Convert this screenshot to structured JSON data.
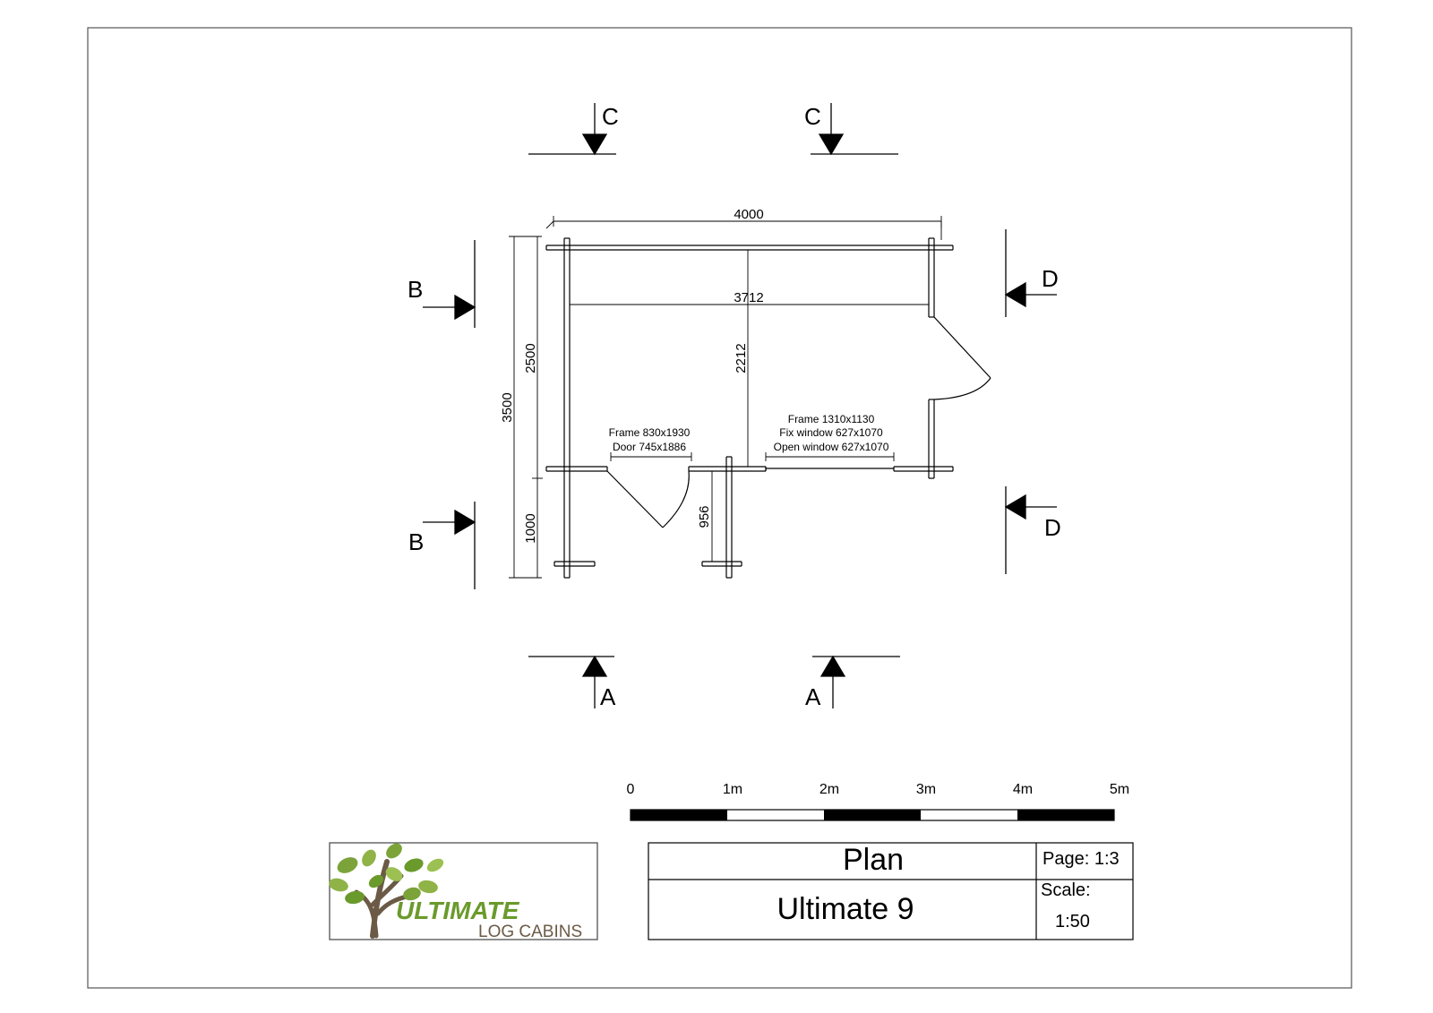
{
  "sections": {
    "c_left": "C",
    "c_right": "C",
    "b_top": "B",
    "b_bottom": "B",
    "d_top": "D",
    "d_bottom": "D",
    "a_left": "A",
    "a_right": "A"
  },
  "dimensions": {
    "overall_width": "4000",
    "inner_width": "3712",
    "overall_depth": "3500",
    "room_depth": "2500",
    "canopy_depth": "1000",
    "inner_depth": "2212",
    "canopy_post": "956"
  },
  "notes": {
    "door_frame": "Frame 830x1930",
    "door_size": "Door 745x1886",
    "window_frame": "Frame 1310x1130",
    "fix_window": "Fix window 627x1070",
    "open_window": "Open window 627x1070"
  },
  "scale_bar": {
    "labels": [
      "0",
      "1m",
      "2m",
      "3m",
      "4m",
      "5m"
    ]
  },
  "logo": {
    "brand": "ULTIMATE",
    "tagline": "LOG CABINS",
    "brand_color": "#6a9a2c",
    "trunk_color": "#6b5a45"
  },
  "title_block": {
    "title": "Plan",
    "model": "Ultimate 9",
    "page": "Page: 1:3",
    "scale_label": "Scale:",
    "scale_value": "1:50"
  }
}
